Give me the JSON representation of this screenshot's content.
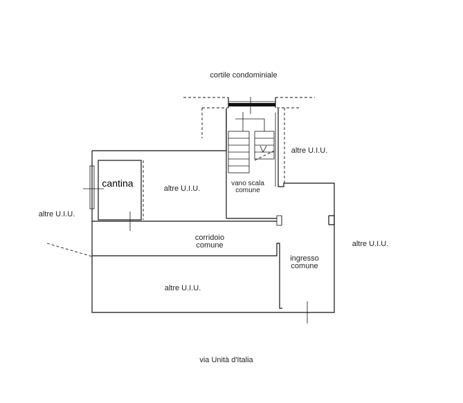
{
  "labels": {
    "courtyard": "cortile condominiale",
    "street": "via Unità d'Italia",
    "cellar": "cantina",
    "other_units": "altre U.I.U.",
    "stairwell_line1": "vano scala",
    "stairwell_line2": "comune",
    "corridor_line1": "corridoio",
    "corridor_line2": "comune",
    "entrance_line1": "ingresso",
    "entrance_line2": "comune"
  }
}
